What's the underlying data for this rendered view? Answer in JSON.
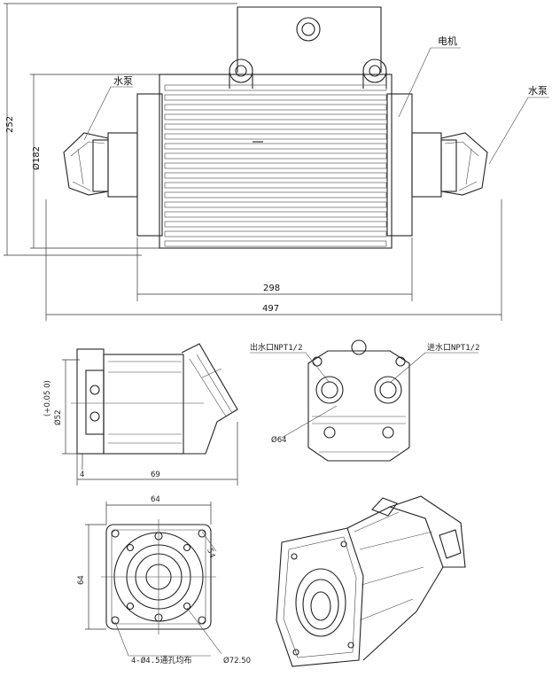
{
  "labels": {
    "motor": "电机",
    "pump_left": "水泵",
    "pump_right": "水泵",
    "outlet": "出水口NPT1/2",
    "inlet": "进水口NPT1/2",
    "holes": "4-Ø4.5通孔均布",
    "pcd": "Ø72.50"
  },
  "dimensions": {
    "height_252": "252",
    "dia_182": "Ø182",
    "len_298": "298",
    "len_497": "497",
    "dia_52": "Ø52",
    "tol": "(+0.05 0)",
    "len_69": "69",
    "small_4": "4",
    "dia_64": "Ø64",
    "w_64": "64",
    "h_64": "64",
    "side_54": "54"
  }
}
